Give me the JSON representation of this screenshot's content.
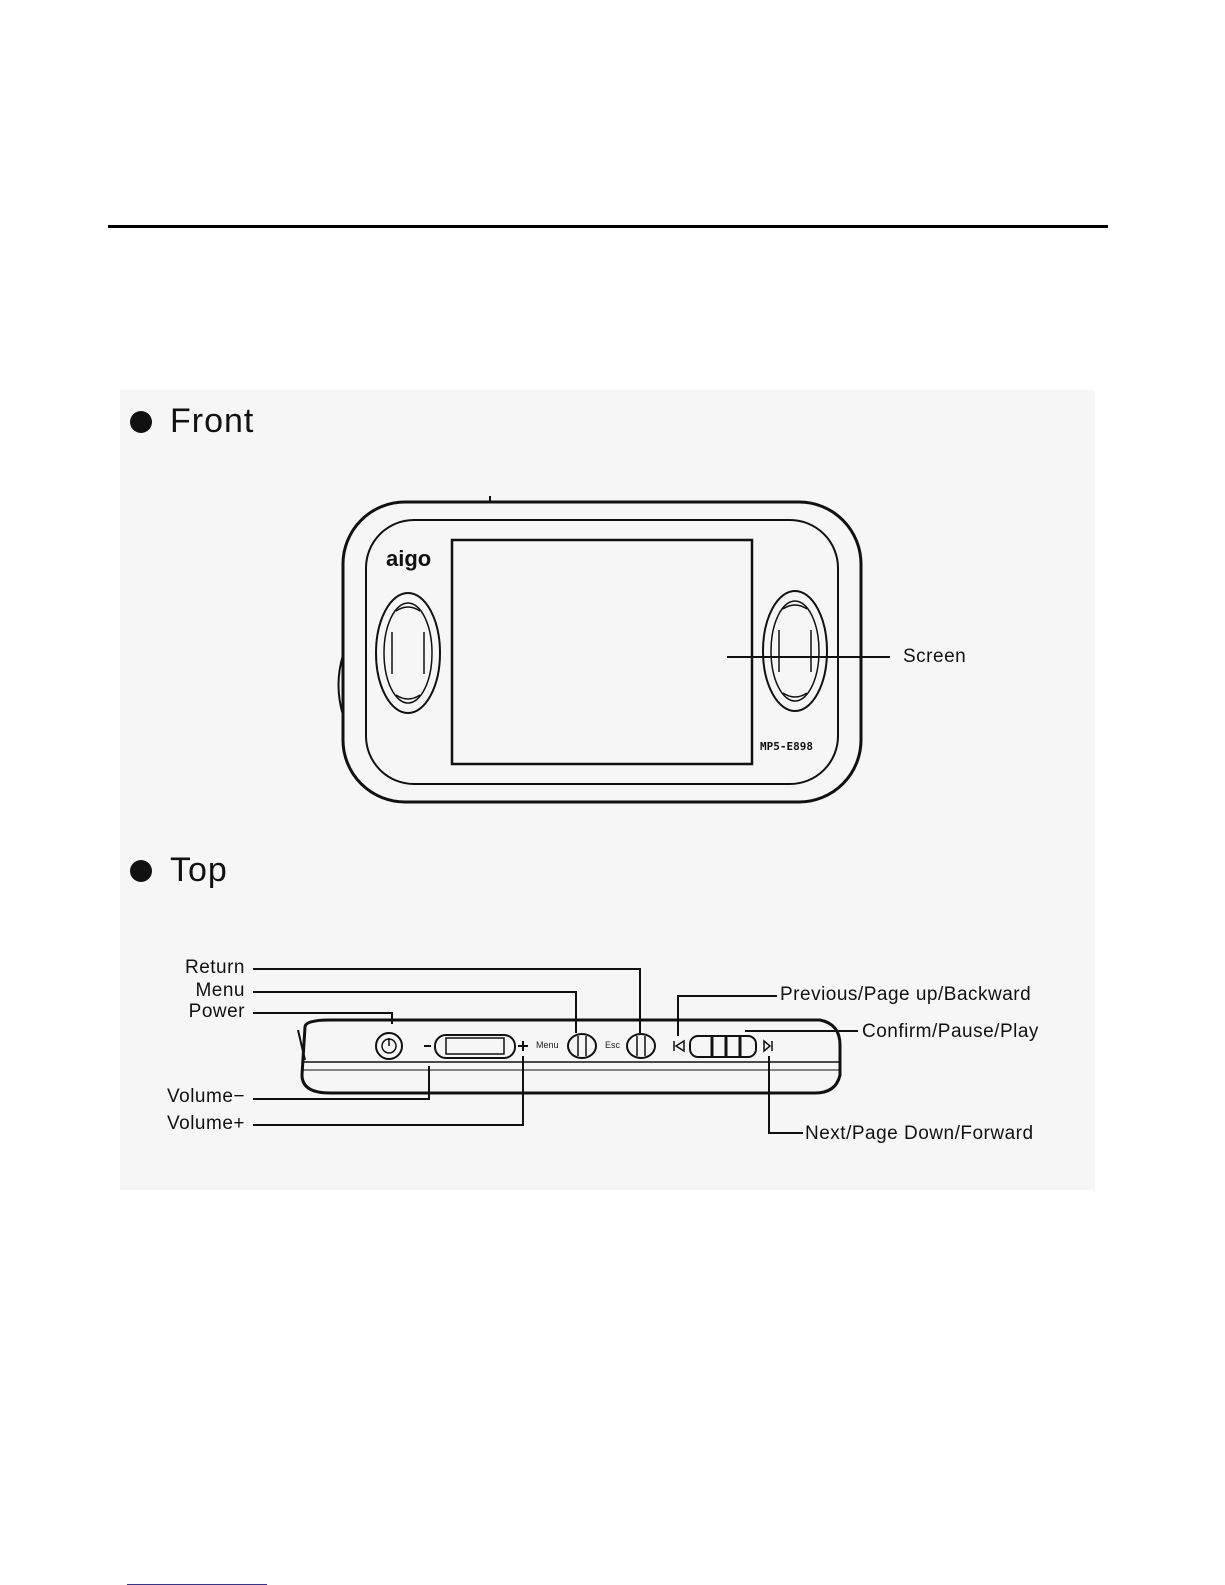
{
  "sections": {
    "front": {
      "title": "Front"
    },
    "top": {
      "title": "Top"
    }
  },
  "device": {
    "brand": "aigo",
    "model": "MP5-E898",
    "buttons": {
      "menu": "Menu",
      "esc": "Esc"
    }
  },
  "callouts": {
    "screen": "Screen",
    "return": "Return",
    "menu": "Menu",
    "power": "Power",
    "volume_minus": "Volume−",
    "volume_plus": "Volume+",
    "previous": "Previous/Page up/Backward",
    "confirm": "Confirm/Pause/Play",
    "next": "Next/Page Down/Forward"
  },
  "colors": {
    "line": "#111111",
    "panel": "#f6f6f6"
  }
}
